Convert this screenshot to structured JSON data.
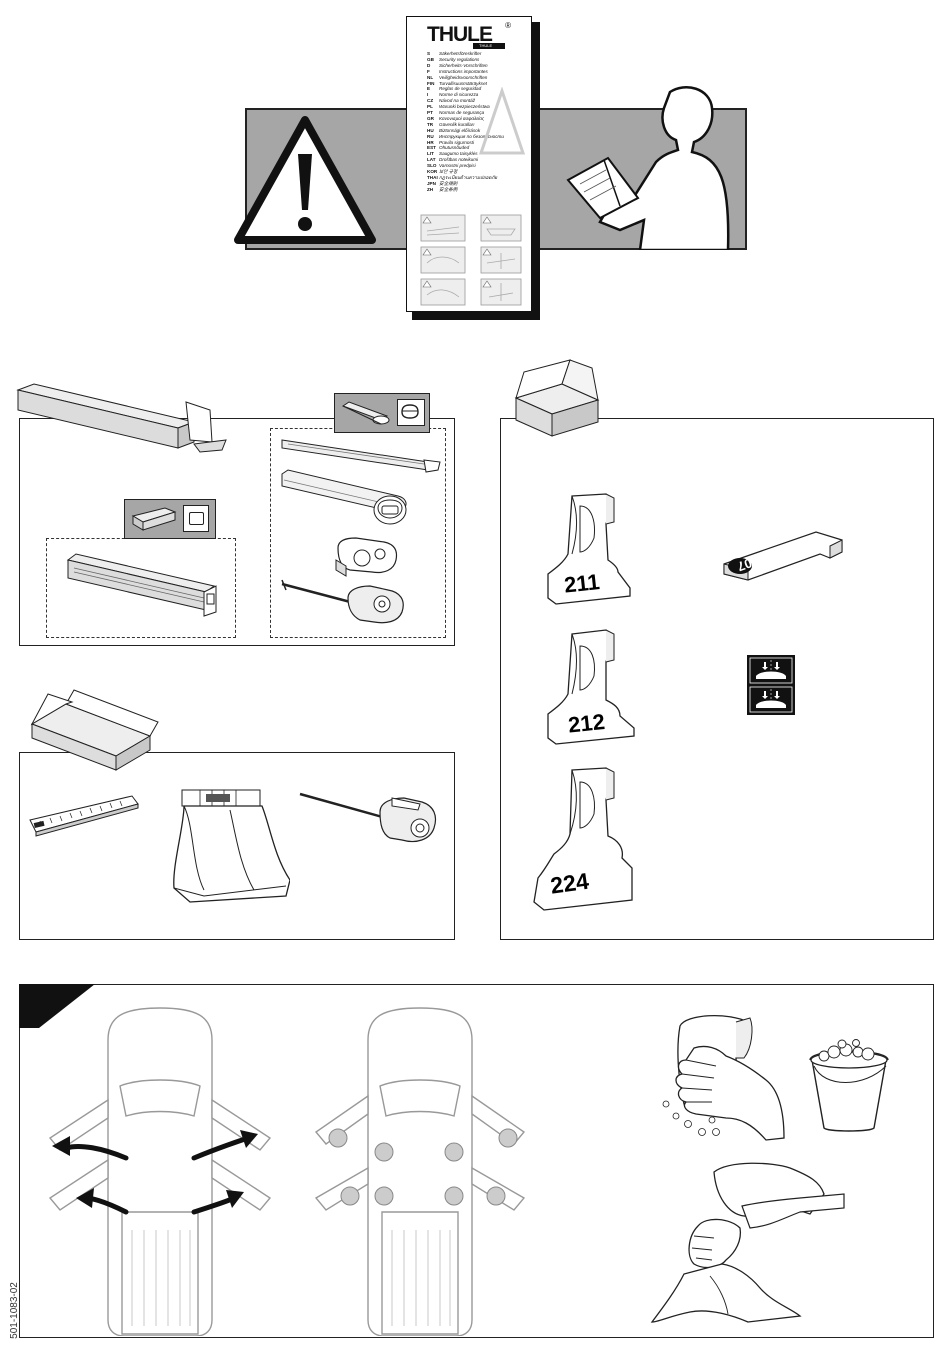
{
  "brand": {
    "name": "THULE",
    "registered_mark": "®",
    "tagline": "THULE"
  },
  "languages": [
    {
      "code": "S",
      "text": "Säkerhetsföreskrifter"
    },
    {
      "code": "GB",
      "text": "Security regulations"
    },
    {
      "code": "D",
      "text": "Sicherheits-Vorschriften"
    },
    {
      "code": "F",
      "text": "Instructions importantes"
    },
    {
      "code": "NL",
      "text": "Veiligheidsvoorschriften"
    },
    {
      "code": "FIN",
      "text": "Turvallisuusmääräykset"
    },
    {
      "code": "E",
      "text": "Reglas de seguridad"
    },
    {
      "code": "I",
      "text": "Norme di sicurezza"
    },
    {
      "code": "CZ",
      "text": "Návod na montáž"
    },
    {
      "code": "PL",
      "text": "Warunki bezpieczeństwa"
    },
    {
      "code": "PT",
      "text": "Normas de segurança"
    },
    {
      "code": "GR",
      "text": "Κανονισμοί ασφαλείας"
    },
    {
      "code": "TR",
      "text": "Güvenlik kuralları"
    },
    {
      "code": "HU",
      "text": "Biztonsági előírások"
    },
    {
      "code": "RU",
      "text": "Инструкция по безопасности"
    },
    {
      "code": "HR",
      "text": "Pravila sigurnosti"
    },
    {
      "code": "EST",
      "text": "Ohutusnõuded"
    },
    {
      "code": "LIT",
      "text": "Saugumo taisyklės"
    },
    {
      "code": "LAT",
      "text": "Drošības noteikumi"
    },
    {
      "code": "SLO",
      "text": "Varnostni predpisi"
    },
    {
      "code": "KOR",
      "text": "보안 규정"
    },
    {
      "code": "THAI",
      "text": "กฎระเบียบด้านความปลอดภัย"
    },
    {
      "code": "JPN",
      "text": "安全規則"
    },
    {
      "code": "ZH",
      "text": "安全条例"
    }
  ],
  "parts": {
    "bracket_a": "211",
    "bracket_b": "212",
    "bracket_c": "224",
    "spacer": "07"
  },
  "doc_number": "501-1083-02",
  "colors": {
    "gray_panel": "#a6a6a6",
    "line": "#222222",
    "light_gray": "#dcdcdc"
  },
  "icons": [
    "warning-triangle-icon",
    "man-reading-icon",
    "box-icon",
    "car-top-view-icon",
    "bucket-icon",
    "cleaning-cloth-icon"
  ]
}
